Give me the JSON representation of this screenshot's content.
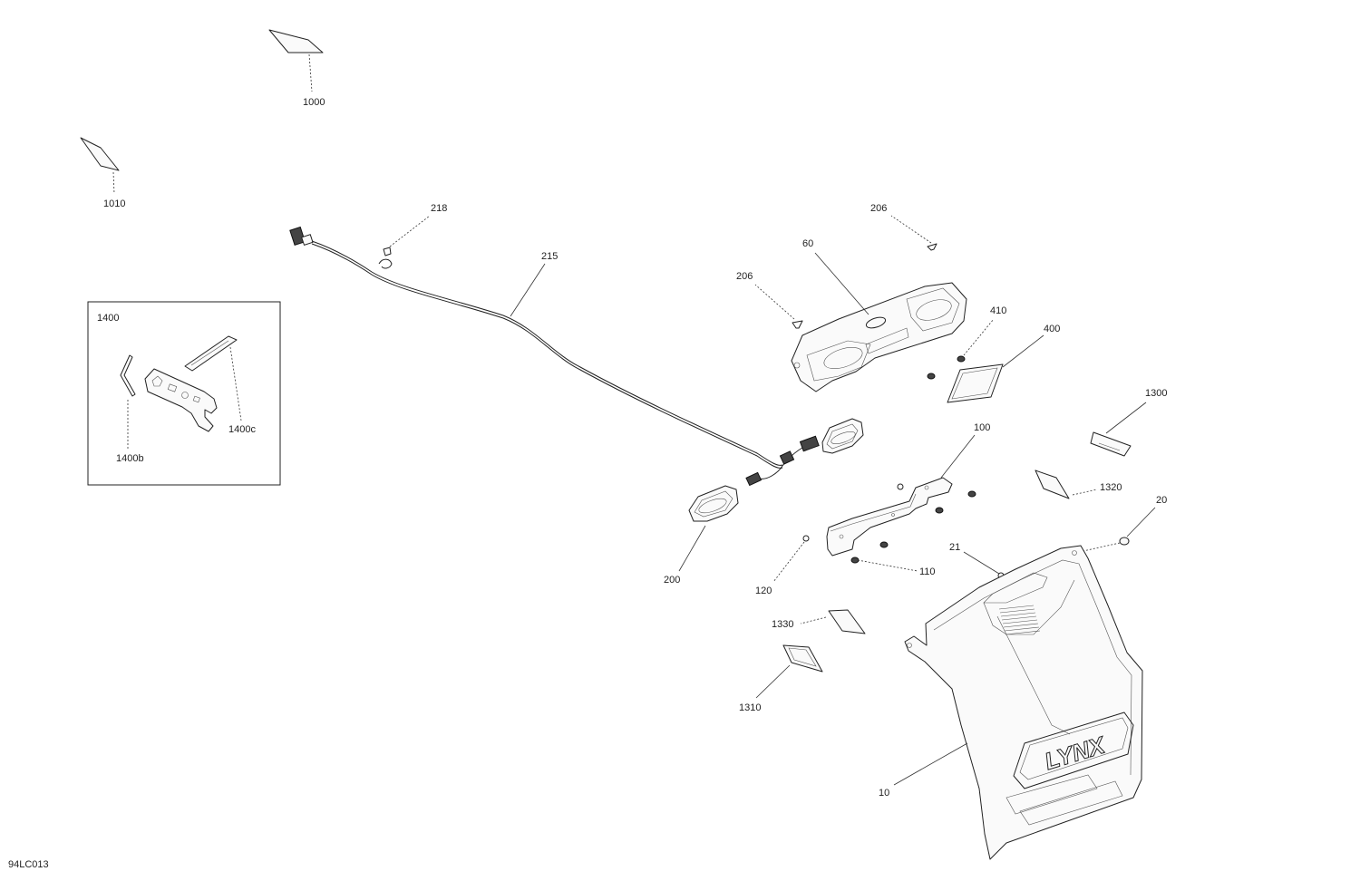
{
  "diagram_id": "94LC013",
  "kit_box_label": "1400",
  "callouts": {
    "c1000": "1000",
    "c1010": "1010",
    "c218": "218",
    "c215": "215",
    "c1400b": "1400b",
    "c1400c": "1400c",
    "c206a": "206",
    "c206b": "206",
    "c60": "60",
    "c410": "410",
    "c400": "400",
    "c1300": "1300",
    "c100": "100",
    "c1320": "1320",
    "c20": "20",
    "c21": "21",
    "c110": "110",
    "c120": "120",
    "c200": "200",
    "c1330": "1330",
    "c1310": "1310",
    "c10": "10"
  },
  "brand_text": "LYNX"
}
